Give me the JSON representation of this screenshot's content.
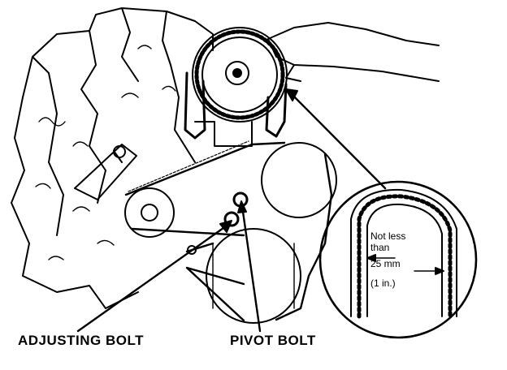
{
  "labels": {
    "adjusting_bolt": "ADJUSTING BOLT",
    "pivot_bolt": "PIVOT BOLT"
  },
  "detail": {
    "line1": "Not less",
    "line2": "than",
    "line3": "25 mm",
    "line4": "(1 in.)"
  }
}
